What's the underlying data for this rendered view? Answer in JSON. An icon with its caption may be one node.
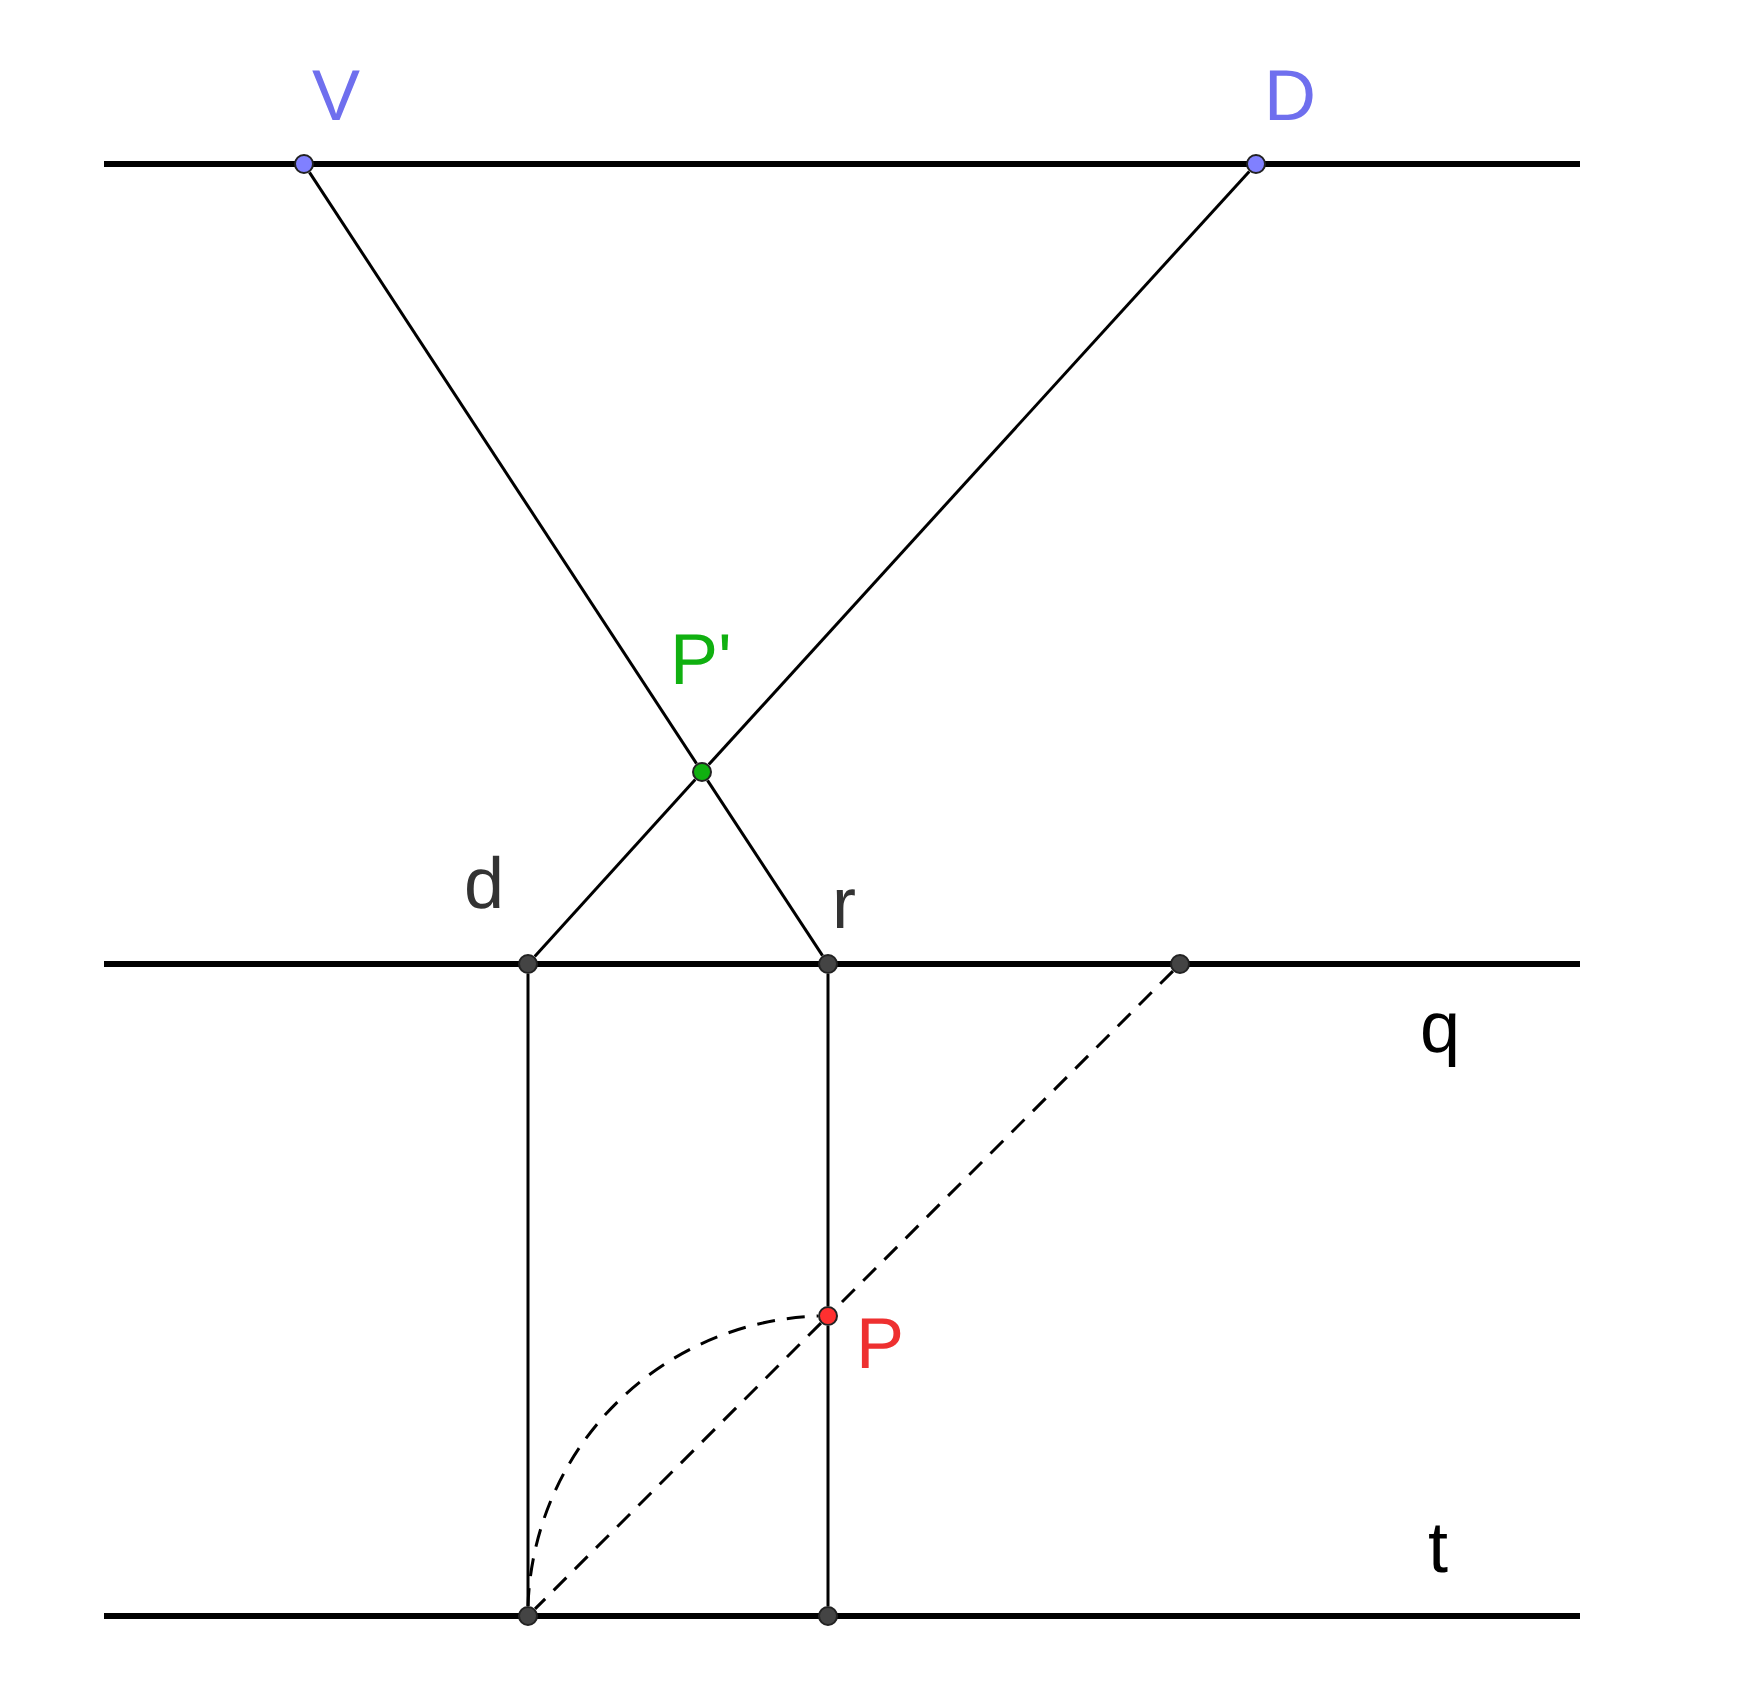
{
  "diagram": {
    "nodes": [
      {
        "text": [],
        "shape": "circle",
        "beside": [
          "V"
        ]
      },
      {
        "text": [],
        "shape": "circle",
        "beside": [
          "D"
        ]
      },
      {
        "text": [],
        "shape": "circle",
        "beside": [
          "P'"
        ]
      },
      {
        "text": [],
        "shape": "circle",
        "beside": [
          "d"
        ]
      },
      {
        "text": [],
        "shape": "circle",
        "beside": [
          "r"
        ]
      },
      {
        "text": [],
        "shape": "circle"
      },
      {
        "text": [],
        "shape": "circle",
        "beside": [
          "P"
        ]
      },
      {
        "text": [],
        "shape": "circle"
      },
      {
        "text": [],
        "shape": "circle"
      }
    ],
    "edges": [
      {
        "from": 0,
        "to": 2,
        "arrow": "none"
      },
      {
        "from": 2,
        "to": 4,
        "arrow": "none"
      },
      {
        "from": 1,
        "to": 2,
        "arrow": "none"
      },
      {
        "from": 2,
        "to": 3,
        "arrow": "none"
      },
      {
        "from": 3,
        "to": 7,
        "arrow": "none"
      },
      {
        "from": 4,
        "to": 6,
        "arrow": "none"
      },
      {
        "from": 6,
        "to": 8,
        "arrow": "none"
      },
      {
        "from": 5,
        "to": 6,
        "arrow": "none",
        "style": "dashed"
      },
      {
        "from": 6,
        "to": 7,
        "arrow": "none",
        "style": "dashed"
      },
      {
        "from": 7,
        "to": 6,
        "arrow": "none",
        "style": "dashed"
      }
    ],
    "labels": [
      "q",
      "t"
    ]
  }
}
